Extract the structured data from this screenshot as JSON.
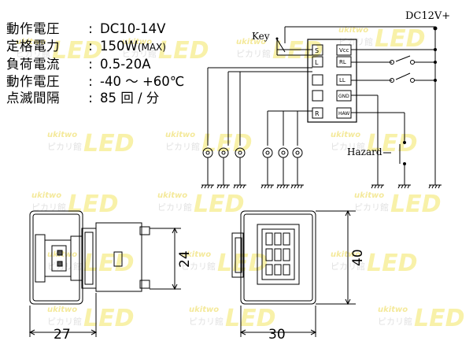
{
  "specs": [
    {
      "label": "動作電圧",
      "value": "DC10-14V",
      "suffix": ""
    },
    {
      "label": "定格電力",
      "value": "150W",
      "suffix": "(MAX)"
    },
    {
      "label": "負荷電流",
      "value": "0.5-20A",
      "suffix": ""
    },
    {
      "label": "動作電圧",
      "value": "-40 ～ +60℃",
      "suffix": ""
    },
    {
      "label": "点滅間隔",
      "value": "85 回 / 分",
      "suffix": ""
    }
  ],
  "spec_separator": ":",
  "wiring": {
    "supply_label": "DC12V+",
    "key_label": "Key",
    "hazard_label": "Hazard",
    "pins_left": [
      "S",
      "L",
      "",
      "",
      "R"
    ],
    "pins_right": [
      "Vcc",
      "RL",
      "LL",
      "GND",
      "HAW"
    ]
  },
  "dimensions": {
    "side_width": "27",
    "side_height": "24",
    "front_width": "30",
    "front_height": "40"
  },
  "watermark": {
    "brand_top": "ukitwo",
    "brand_main": "LED",
    "brand_kana": "ピカリ館"
  },
  "colors": {
    "line": "#000000",
    "watermark_yellow": "#f7ef9a",
    "watermark_gray": "#d8d8d8"
  }
}
